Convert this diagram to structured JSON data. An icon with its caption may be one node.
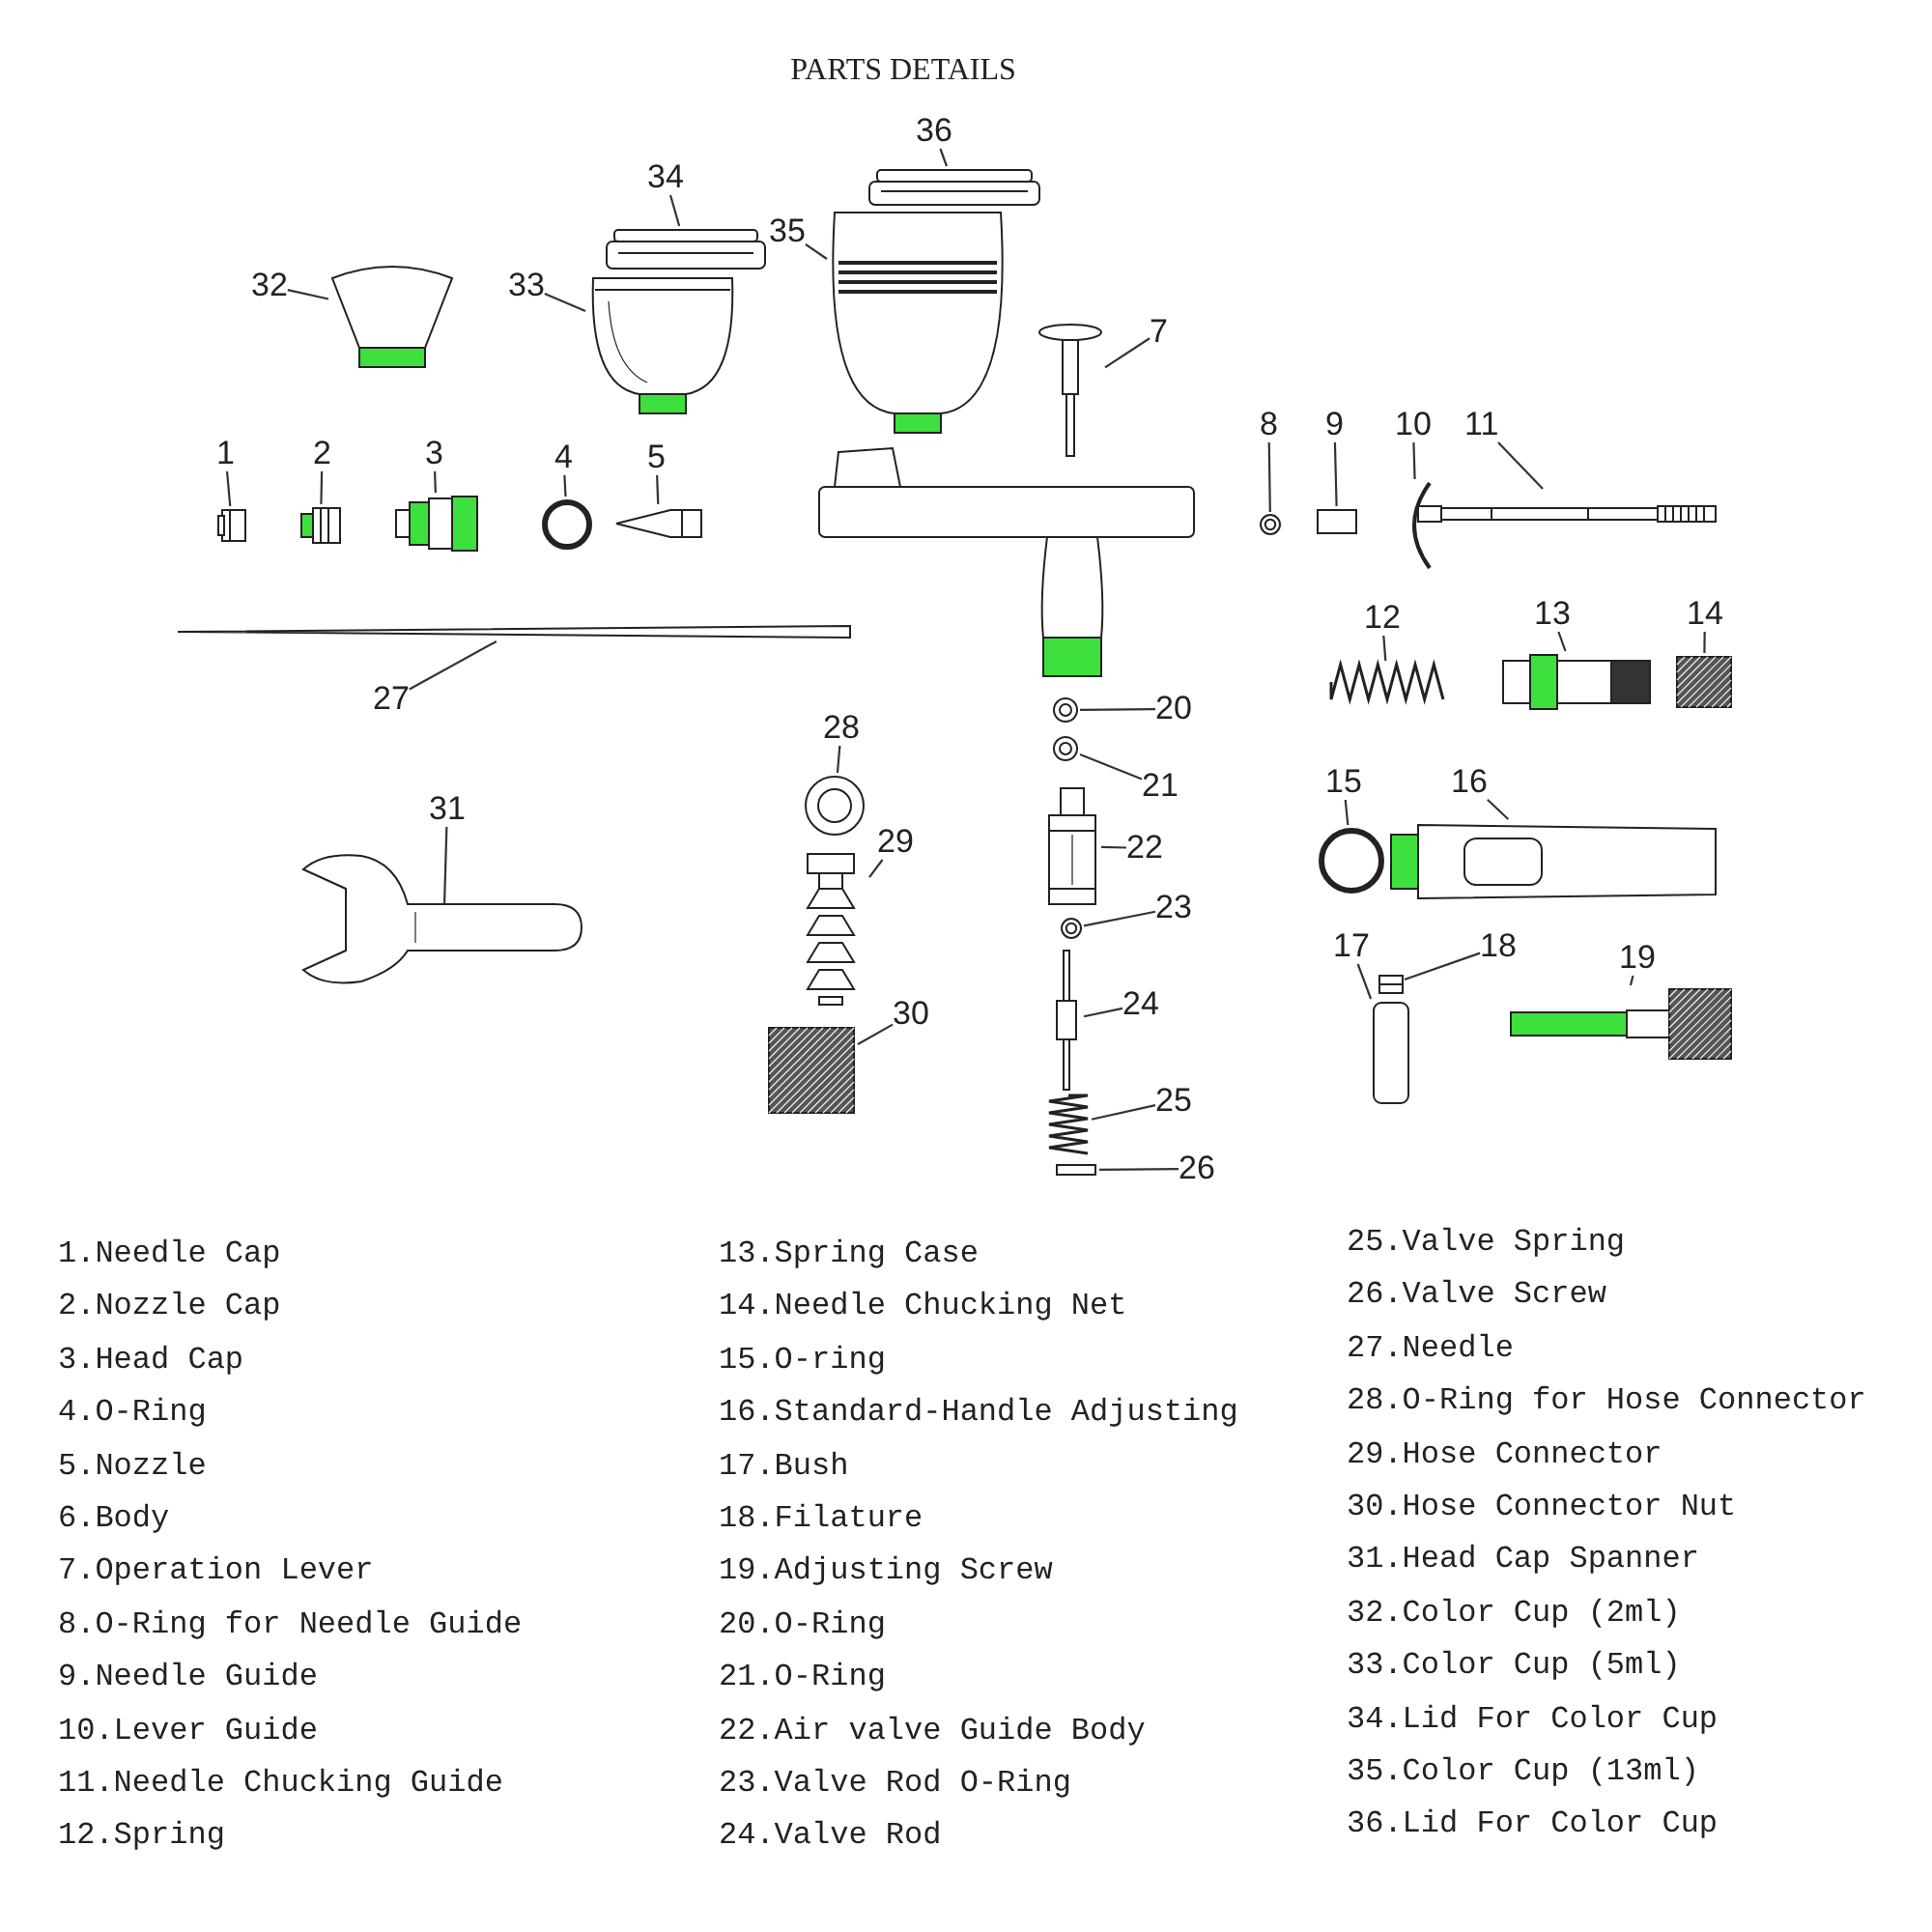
{
  "diagram": {
    "title": "PARTS DETAILS",
    "nodes": [
      {
        "text": [
          "1"
        ]
      },
      {
        "text": [],
        "shape": "picture"
      },
      {
        "text": [
          "2"
        ]
      },
      {
        "text": [],
        "shape": "picture"
      },
      {
        "text": [
          "3"
        ]
      },
      {
        "text": [],
        "shape": "picture"
      },
      {
        "text": [
          "4"
        ]
      },
      {
        "text": [],
        "shape": "circle"
      },
      {
        "text": [
          "5"
        ]
      },
      {
        "text": [],
        "shape": "picture"
      },
      {
        "text": [
          "7"
        ]
      },
      {
        "text": [],
        "shape": "picture"
      },
      {
        "text": [
          "8"
        ]
      },
      {
        "text": [],
        "shape": "picture"
      },
      {
        "text": [
          "9"
        ]
      },
      {
        "text": [],
        "shape": "box"
      },
      {
        "text": [
          "10"
        ]
      },
      {
        "text": [],
        "shape": "picture"
      },
      {
        "text": [
          "11"
        ]
      },
      {
        "text": [],
        "shape": "picture"
      },
      {
        "text": [
          "12"
        ]
      },
      {
        "text": [],
        "shape": "picture"
      },
      {
        "text": [
          "13"
        ]
      },
      {
        "text": [],
        "shape": "picture"
      },
      {
        "text": [
          "14"
        ]
      },
      {
        "text": [],
        "shape": "picture"
      },
      {
        "text": [
          "15"
        ]
      },
      {
        "text": [],
        "shape": "circle"
      },
      {
        "text": [
          "16"
        ]
      },
      {
        "text": [],
        "shape": "picture"
      },
      {
        "text": [
          "17"
        ]
      },
      {
        "text": [],
        "shape": "cylinder"
      },
      {
        "text": [
          "18"
        ]
      },
      {
        "text": [],
        "shape": "picture"
      },
      {
        "text": [
          "19"
        ]
      },
      {
        "text": [],
        "shape": "picture"
      },
      {
        "text": [
          "20"
        ]
      },
      {
        "text": [],
        "shape": "picture"
      },
      {
        "text": [
          "21"
        ]
      },
      {
        "text": [],
        "shape": "picture"
      },
      {
        "text": [
          "22"
        ]
      },
      {
        "text": [],
        "shape": "picture"
      },
      {
        "text": [
          "23"
        ]
      },
      {
        "text": [],
        "shape": "picture"
      },
      {
        "text": [
          "24"
        ]
      },
      {
        "text": [],
        "shape": "picture"
      },
      {
        "text": [
          "25"
        ]
      },
      {
        "text": [],
        "shape": "picture"
      },
      {
        "text": [
          "26"
        ]
      },
      {
        "text": [],
        "shape": "box"
      },
      {
        "text": [
          "27"
        ]
      },
      {
        "text": [],
        "shape": "picture"
      },
      {
        "text": [
          "28"
        ]
      },
      {
        "text": [],
        "shape": "picture"
      },
      {
        "text": [
          "29"
        ]
      },
      {
        "text": [],
        "shape": "picture"
      },
      {
        "text": [
          "30"
        ]
      },
      {
        "text": [],
        "shape": "picture"
      },
      {
        "text": [
          "31"
        ]
      },
      {
        "text": [],
        "shape": "picture"
      },
      {
        "text": [
          "32"
        ]
      },
      {
        "text": [],
        "shape": "picture"
      },
      {
        "text": [
          "33"
        ]
      },
      {
        "text": [],
        "shape": "picture"
      },
      {
        "text": [
          "34"
        ]
      },
      {
        "text": [],
        "shape": "picture"
      },
      {
        "text": [
          "35"
        ]
      },
      {
        "text": [],
        "shape": "picture"
      },
      {
        "text": [
          "36"
        ]
      },
      {
        "text": [],
        "shape": "picture"
      }
    ],
    "edges": [
      {
        "from": 0,
        "to": 1,
        "arrow": "none"
      },
      {
        "from": 2,
        "to": 3,
        "arrow": "none"
      },
      {
        "from": 4,
        "to": 5,
        "arrow": "none"
      },
      {
        "from": 6,
        "to": 7,
        "arrow": "none"
      },
      {
        "from": 8,
        "to": 9,
        "arrow": "none"
      },
      {
        "from": 10,
        "to": 11,
        "arrow": "none"
      },
      {
        "from": 12,
        "to": 13,
        "arrow": "none"
      },
      {
        "from": 14,
        "to": 15,
        "arrow": "none"
      },
      {
        "from": 16,
        "to": 17,
        "arrow": "none"
      },
      {
        "from": 18,
        "to": 19,
        "arrow": "none"
      },
      {
        "from": 20,
        "to": 21,
        "arrow": "none"
      },
      {
        "from": 22,
        "to": 23,
        "arrow": "none"
      },
      {
        "from": 24,
        "to": 25,
        "arrow": "none"
      },
      {
        "from": 26,
        "to": 27,
        "arrow": "none"
      },
      {
        "from": 28,
        "to": 29,
        "arrow": "none"
      },
      {
        "from": 30,
        "to": 31,
        "arrow": "none"
      },
      {
        "from": 32,
        "to": 33,
        "arrow": "none"
      },
      {
        "from": 34,
        "to": 35,
        "arrow": "none"
      },
      {
        "from": 36,
        "to": 37,
        "arrow": "none"
      },
      {
        "from": 38,
        "to": 39,
        "arrow": "none"
      },
      {
        "from": 40,
        "to": 41,
        "arrow": "none"
      },
      {
        "from": 42,
        "to": 43,
        "arrow": "none"
      },
      {
        "from": 44,
        "to": 45,
        "arrow": "none"
      },
      {
        "from": 46,
        "to": 47,
        "arrow": "none"
      },
      {
        "from": 48,
        "to": 49,
        "arrow": "none"
      },
      {
        "from": 50,
        "to": 51,
        "arrow": "none"
      },
      {
        "from": 52,
        "to": 53,
        "arrow": "none"
      },
      {
        "from": 54,
        "to": 55,
        "arrow": "none"
      },
      {
        "from": 56,
        "to": 57,
        "arrow": "none"
      },
      {
        "from": 58,
        "to": 59,
        "arrow": "none"
      },
      {
        "from": 60,
        "to": 61,
        "arrow": "none"
      },
      {
        "from": 62,
        "to": 63,
        "arrow": "none"
      },
      {
        "from": 64,
        "to": 65,
        "arrow": "none"
      },
      {
        "from": 66,
        "to": 67,
        "arrow": "none"
      },
      {
        "from": 68,
        "to": 69,
        "arrow": "none"
      }
    ],
    "labels": [
      "1.Needle Cap",
      "2.Nozzle Cap",
      "3.Head Cap",
      "4.O-Ring",
      "5.Nozzle",
      "6.Body",
      "7.Operation Lever",
      "8.O-Ring for Needle Guide",
      "9.Needle Guide",
      "10.Lever Guide",
      "11.Needle Chucking Guide",
      "12.Spring",
      "13.Spring Case",
      "14.Needle Chucking Net",
      "15.O-ring",
      "16.Standard-Handle Adjusting",
      "17.Bush",
      "18.Filature",
      "19.Adjusting Screw",
      "20.O-Ring",
      "21.O-Ring",
      "22.Air valve Guide Body",
      "23.Valve Rod O-Ring",
      "24.Valve Rod",
      "25.Valve Spring",
      "26.Valve Screw",
      "27.Needle",
      "28.O-Ring for Hose Connector",
      "29.Hose Connector",
      "30.Hose Connector Nut",
      "31.Head Cap Spanner",
      "32.Color Cup (2ml)",
      "33.Color Cup (5ml)",
      "34.Lid For Color Cup",
      "35.Color Cup (13ml)",
      "36.Lid For Color Cup"
    ]
  }
}
